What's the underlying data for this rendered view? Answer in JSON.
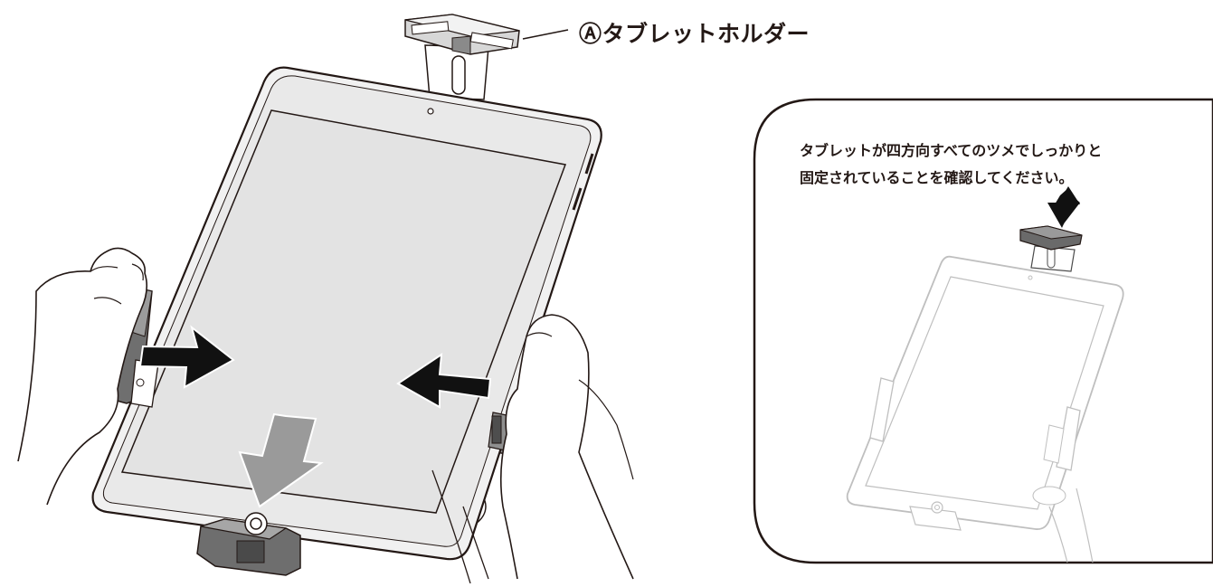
{
  "callout": {
    "symbol": "Ⓐ",
    "text": "タブレットホルダー"
  },
  "panel": {
    "lines": [
      "タブレットが四方向すべてのツメでしっかりと",
      "固定されていることを確認してください。"
    ]
  },
  "colors": {
    "line": "#231815",
    "screen": "#e6e6e6",
    "clamp": "#6f6f6f",
    "arrow_dark": "#111111",
    "arrow_gray": "#9a9a9a",
    "faded": "#b5b5b5"
  },
  "icons": [
    "tablet-illustration",
    "hand-illustration",
    "arrow-right-icon",
    "arrow-left-icon",
    "arrow-down-icon"
  ]
}
